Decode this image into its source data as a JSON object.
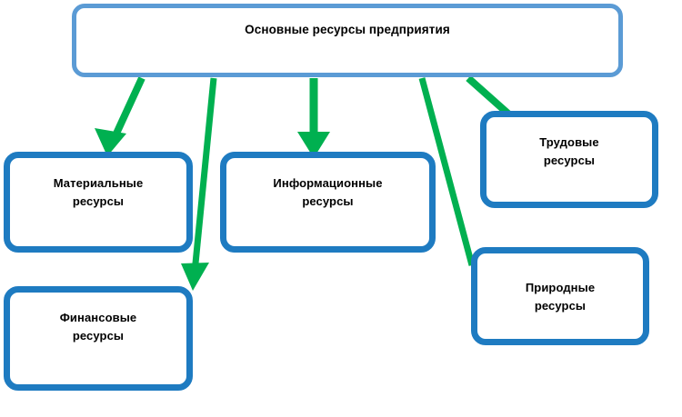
{
  "diagram": {
    "title": "Основные ресурсы предприятия",
    "colors": {
      "root_border": "#5B9BD5",
      "child_border": "#1E7BC1",
      "arrow": "#00B050",
      "text": "#000000",
      "background": "#FFFFFF"
    },
    "root": {
      "label": "Основные ресурсы предприятия"
    },
    "nodes": [
      {
        "id": "materialnye",
        "label": "Материальные\nресурсы"
      },
      {
        "id": "finansovye",
        "label": "Финансовые\nресурсы"
      },
      {
        "id": "informacionnye",
        "label": "Информационные\nресурсы"
      },
      {
        "id": "prirodnye",
        "label": "Природные\nресурсы"
      },
      {
        "id": "trudovye",
        "label": "Трудовые\nресурсы"
      }
    ],
    "connectors": [
      {
        "from": "root",
        "to": "materialnye",
        "style": "arrow"
      },
      {
        "from": "root",
        "to": "finansovye",
        "style": "arrow"
      },
      {
        "from": "root",
        "to": "informacionnye",
        "style": "arrow"
      },
      {
        "from": "root",
        "to": "prirodnye",
        "style": "line"
      },
      {
        "from": "root",
        "to": "trudovye",
        "style": "line"
      }
    ]
  }
}
